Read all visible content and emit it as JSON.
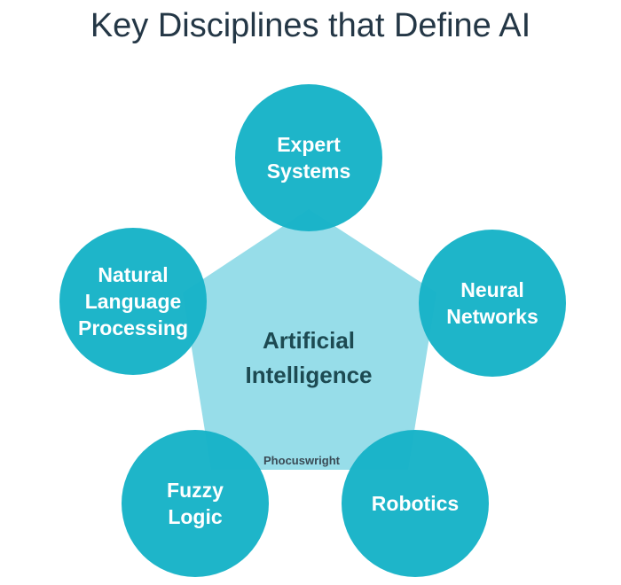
{
  "title": "Key Disciplines that Define AI",
  "center": {
    "lines": [
      "Artificial",
      "Intelligence"
    ]
  },
  "disciplines": [
    {
      "lines": [
        "Expert",
        "Systems"
      ]
    },
    {
      "lines": [
        "Neural",
        "Networks"
      ]
    },
    {
      "lines": [
        "Robotics"
      ]
    },
    {
      "lines": [
        "Fuzzy",
        "Logic"
      ]
    },
    {
      "lines": [
        "Natural",
        "Language",
        "Processing"
      ]
    }
  ],
  "logo": "Phocuswright",
  "colors": {
    "circle": "#17b3c7",
    "pentagon": "#97dde9",
    "center_text": "#1d4a52"
  }
}
